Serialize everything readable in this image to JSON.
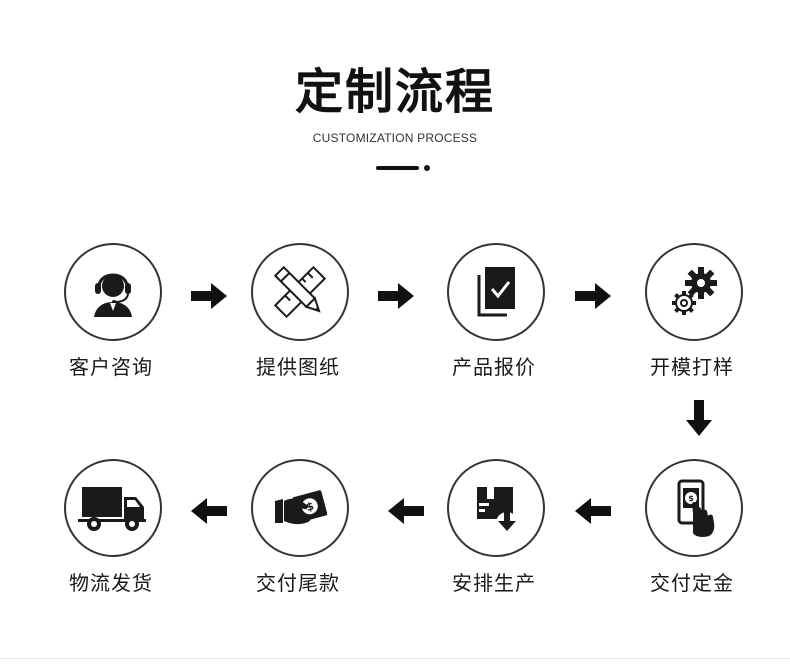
{
  "header": {
    "title": "定制流程",
    "subtitle": "CUSTOMIZATION PROCESS"
  },
  "steps": [
    {
      "label": "客户咨询",
      "icon": "customer-service-icon"
    },
    {
      "label": "提供图纸",
      "icon": "ruler-pencil-icon"
    },
    {
      "label": "产品报价",
      "icon": "document-check-icon"
    },
    {
      "label": "开模打样",
      "icon": "gears-icon"
    },
    {
      "label": "交付定金",
      "icon": "phone-payment-icon"
    },
    {
      "label": "安排生产",
      "icon": "box-download-icon"
    },
    {
      "label": "交付尾款",
      "icon": "hand-money-icon"
    },
    {
      "label": "物流发货",
      "icon": "delivery-truck-icon"
    }
  ],
  "colors": {
    "ink": "#111111",
    "circle_border": "#333333",
    "background": "#ffffff"
  }
}
